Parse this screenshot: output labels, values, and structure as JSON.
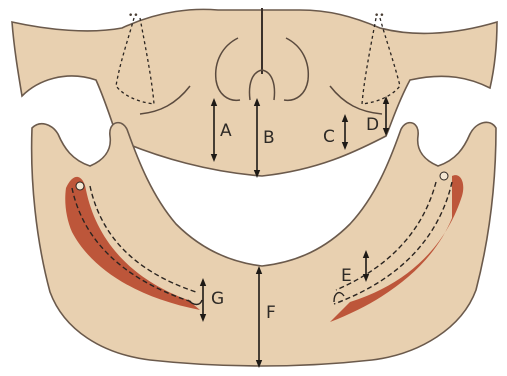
{
  "colors": {
    "bone": "#e8d0b0",
    "outline": "#6b5a4c",
    "tissue": "#b8482e",
    "dashed": "#2a2420",
    "arrow": "#1e1a16",
    "background": "#ffffff"
  },
  "labels": {
    "A": "A",
    "B": "B",
    "C": "C",
    "D": "D",
    "E": "E",
    "F": "F",
    "G": "G"
  }
}
